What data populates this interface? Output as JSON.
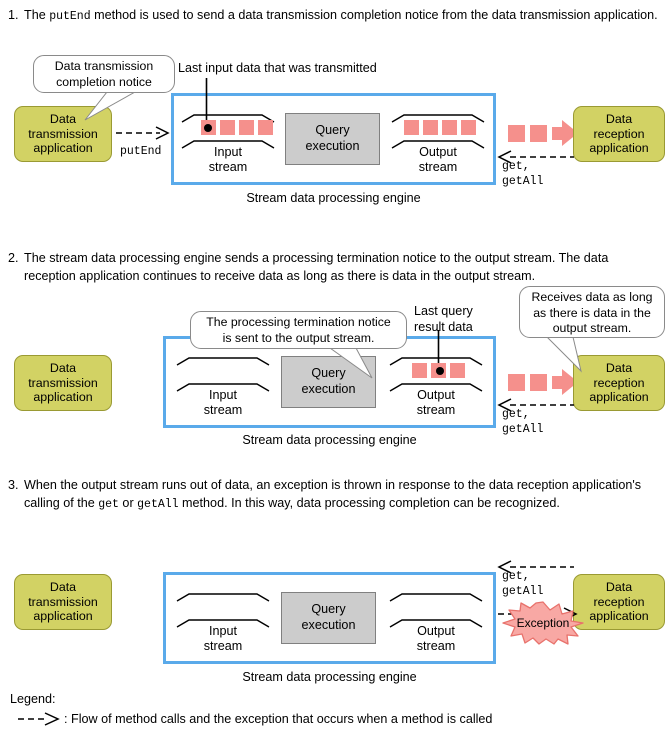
{
  "steps": [
    {
      "number": "1.",
      "text_parts": [
        "The ",
        "putEnd",
        " method is used to send a data transmission completion notice from the data transmission application."
      ]
    },
    {
      "number": "2.",
      "text_parts": [
        "The stream data processing engine sends a processing termination notice to the output stream. The data reception application continues to receive data as long as there is data in the output stream.",
        "",
        ""
      ]
    },
    {
      "number": "3.",
      "text_parts": [
        "When the output stream runs out of data, an exception is thrown in response to the data reception application's calling of the ",
        "get",
        " or ",
        "getAll",
        " method. In this way, data processing completion can be recognized."
      ]
    }
  ],
  "common": {
    "engine_label": "Stream data processing engine",
    "query_label": "Query\nexecution",
    "query_line1": "Query",
    "query_line2": "execution",
    "input_stream_line1": "Input",
    "input_stream_line2": "stream",
    "output_stream_line1": "Output",
    "output_stream_line2": "stream",
    "transmission_app_line1": "Data",
    "transmission_app_line2": "transmission",
    "transmission_app_line3": "application",
    "reception_app_line1": "Data",
    "reception_app_line2": "reception",
    "reception_app_line3": "application",
    "put_end_method": "putEnd",
    "get_method_line1": "get,",
    "get_method_line2": "getAll"
  },
  "diagram1": {
    "callout_completion_line1": "Data transmission",
    "callout_completion_line2": "completion notice",
    "annotation_last_input": "Last input data that was transmitted",
    "input_cells": 4,
    "output_cells": 4,
    "marker_cell_index": 0
  },
  "diagram2": {
    "callout_termination_line1": "The processing termination notice",
    "callout_termination_line2": "is sent to the output stream.",
    "annotation_last_query_line1": "Last query",
    "annotation_last_query_line2": "result data",
    "callout_receives_line1": "Receives data as long",
    "callout_receives_line2": "as there is data in the",
    "callout_receives_line3": "output stream.",
    "input_cells": 0,
    "output_cells": 3,
    "marker_cell_index": 0
  },
  "diagram3": {
    "input_cells": 0,
    "output_cells": 0,
    "exception_label": "Exception"
  },
  "legend": {
    "title": "Legend:",
    "arrow_glyph": "---->",
    "description": ": Flow of method calls and the exception that occurs when a method is called"
  },
  "colors": {
    "engine_border": "#5aaaea",
    "app_fill": "#d2d264",
    "app_border": "#9a9a33",
    "query_fill": "#cccccc",
    "data_cell": "#f5908c",
    "exception_fill": "#f8a8a4",
    "exception_border": "#e8726c"
  }
}
